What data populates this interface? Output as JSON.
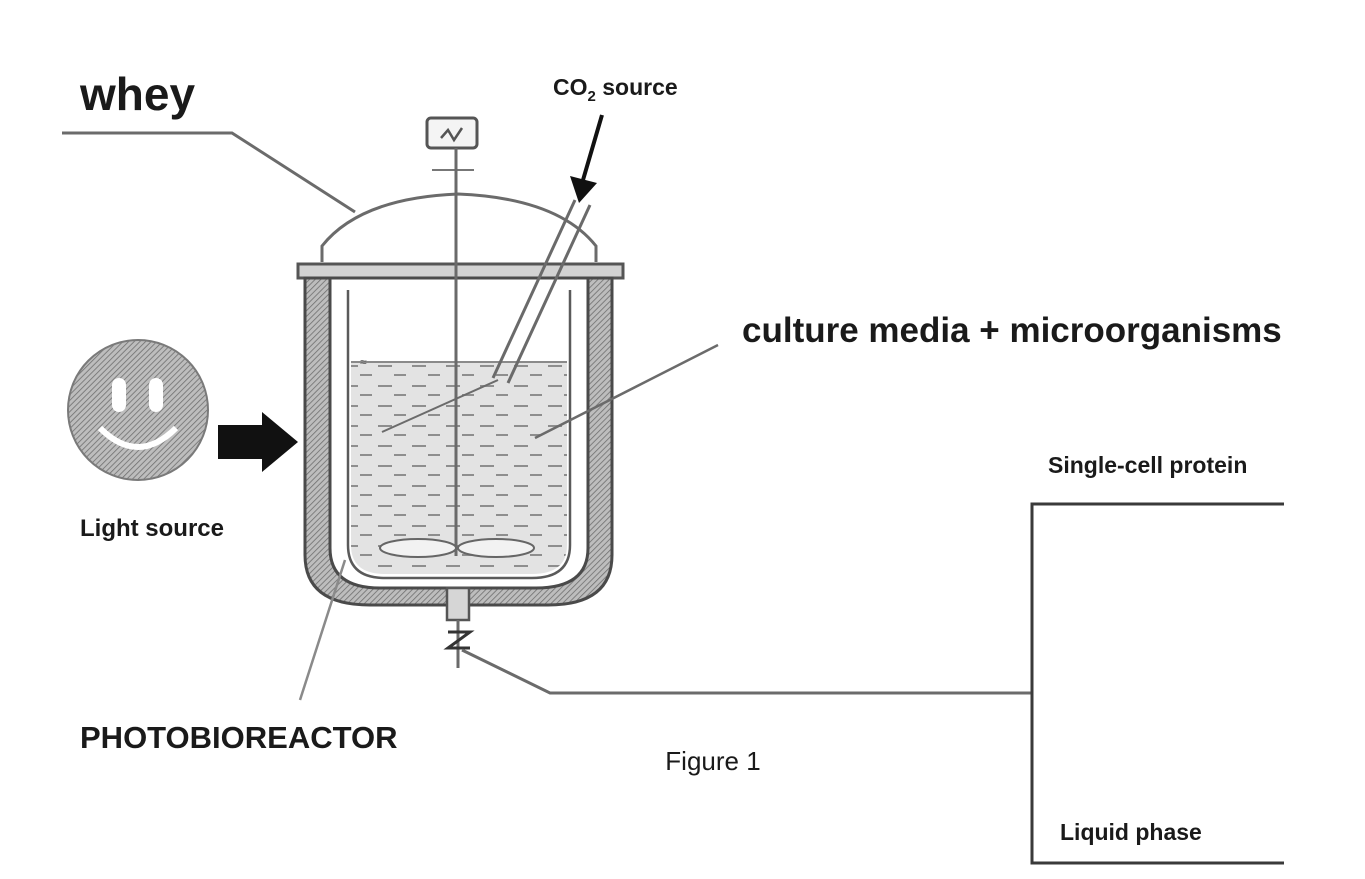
{
  "labels": {
    "whey": "whey",
    "co2_prefix": "CO",
    "co2_sub": "2",
    "co2_suffix": " source",
    "culture": "culture media + microorganisms",
    "light_source": "Light source",
    "photobioreactor": "PHOTOBIOREACTOR",
    "single_cell_protein": "Single-cell protein",
    "liquid_phase": "Liquid phase",
    "figure_caption": "Figure 1"
  },
  "colors": {
    "ink": "#1a1a1a",
    "gray_line": "#6b6b6b",
    "jacket": "#8a8a8a",
    "liquid": "#d9d9d9",
    "sun": "#a9a9a9"
  }
}
